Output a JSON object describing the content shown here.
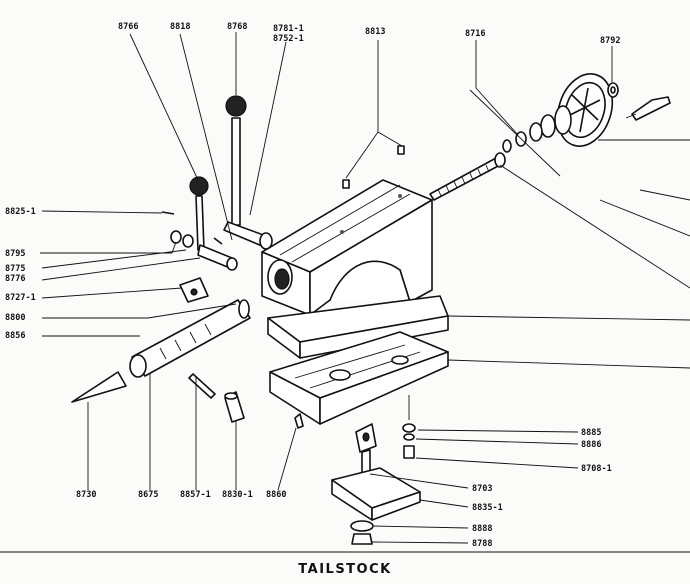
{
  "title": "TAILSTOCK",
  "parts": {
    "p8766": "8766",
    "p8818": "8818",
    "p8768": "8768",
    "p8781": "8781-1",
    "p8752": "8752-1",
    "p8813": "8813",
    "p8716": "8716",
    "p8792": "8792",
    "p8825": "8825-1",
    "p8795": "8795",
    "p8775": "8775",
    "p8776": "8776",
    "p8727": "8727-1",
    "p8800": "8800",
    "p8856": "8856",
    "p8730": "8730",
    "p8675": "8675",
    "p8857": "8857-1",
    "p8830": "8830-1",
    "p8860": "8860",
    "p8885": "8885",
    "p8886": "8886",
    "p8708": "8708-1",
    "p8703": "8703",
    "p8835": "8835-1",
    "p8888": "8888",
    "p8788": "8788"
  }
}
